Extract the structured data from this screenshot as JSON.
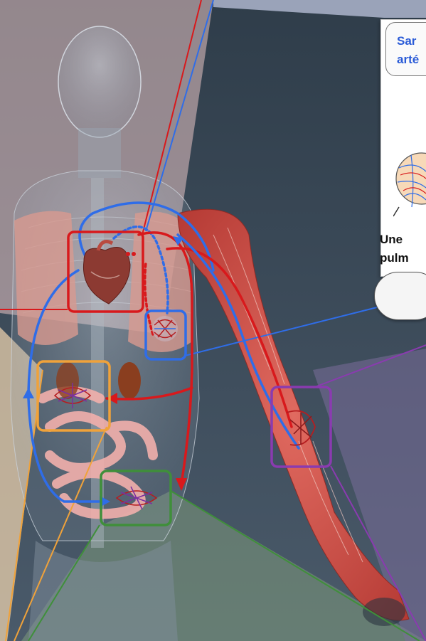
{
  "card": {
    "title_line1": "Sar",
    "title_line2": "arté",
    "caption_line1": "Une",
    "caption_line2": "pulm"
  },
  "colors": {
    "background": "#3a4c5c",
    "arterial_red": "#d8191c",
    "venous_blue": "#2f6de8",
    "orange_box": "#f0a23a",
    "green_box": "#3f8f3a",
    "purple_box": "#8a3bb0",
    "title_blue": "#2a5bd7"
  },
  "icons": [
    "heart-icon",
    "lung-capillary-icon",
    "kidney-capillary-icon",
    "intestine-capillary-icon",
    "arm-capillary-icon",
    "alveolus-icon"
  ]
}
